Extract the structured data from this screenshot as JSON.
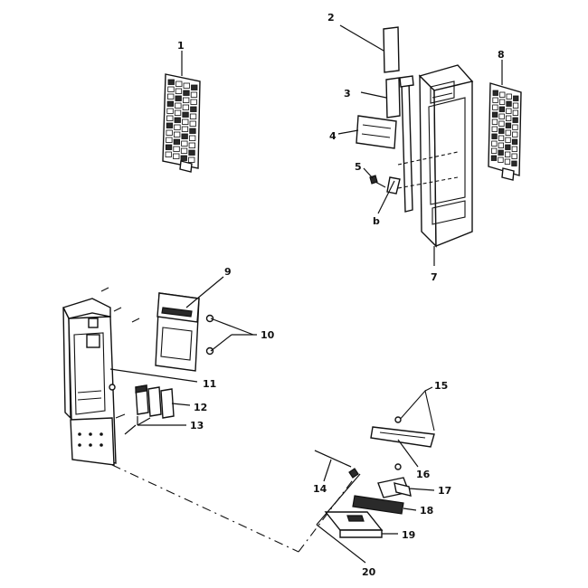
{
  "callouts": [
    {
      "id": "1",
      "label": "1"
    },
    {
      "id": "2",
      "label": "2"
    },
    {
      "id": "3",
      "label": "3"
    },
    {
      "id": "4",
      "label": "4"
    },
    {
      "id": "5",
      "label": "5"
    },
    {
      "id": "6",
      "label": "b"
    },
    {
      "id": "7",
      "label": "7"
    },
    {
      "id": "8",
      "label": "8"
    },
    {
      "id": "9",
      "label": "9"
    },
    {
      "id": "10",
      "label": "10"
    },
    {
      "id": "11",
      "label": "11"
    },
    {
      "id": "12",
      "label": "12"
    },
    {
      "id": "13",
      "label": "13"
    },
    {
      "id": "14",
      "label": "14"
    },
    {
      "id": "15",
      "label": "15"
    },
    {
      "id": "16",
      "label": "16"
    },
    {
      "id": "17",
      "label": "17"
    },
    {
      "id": "18",
      "label": "18"
    },
    {
      "id": "19",
      "label": "19"
    },
    {
      "id": "20",
      "label": "20"
    }
  ]
}
